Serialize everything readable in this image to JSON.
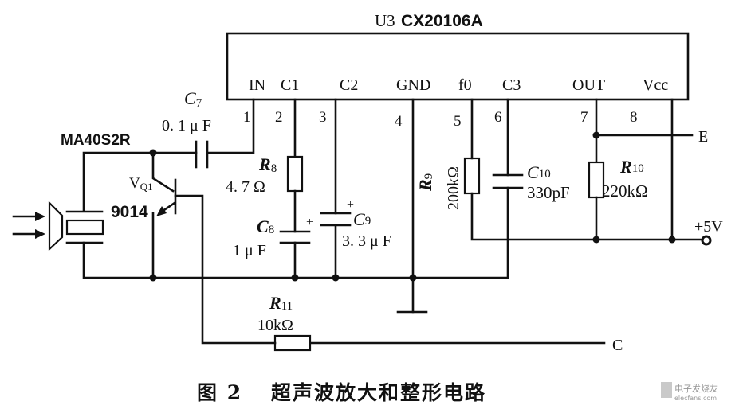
{
  "ic": {
    "ref": "U3",
    "part": "CX20106A",
    "pins": [
      {
        "num": "1",
        "name": "IN"
      },
      {
        "num": "2",
        "name": "C1"
      },
      {
        "num": "3",
        "name": "C2"
      },
      {
        "num": "4",
        "name": "GND"
      },
      {
        "num": "5",
        "name": "f0"
      },
      {
        "num": "6",
        "name": "C3"
      },
      {
        "num": "7",
        "name": "OUT"
      },
      {
        "num": "8",
        "name": "Vcc"
      }
    ]
  },
  "components": {
    "transducer": {
      "label": "MA40S2R"
    },
    "transistor": {
      "ref": "V",
      "ref_sub": "Q1",
      "part": "9014"
    },
    "C7": {
      "ref": "C",
      "sub": "7",
      "value": "0. 1 μ F"
    },
    "R8": {
      "ref": "R",
      "sub": "8",
      "value": "4. 7 Ω"
    },
    "C8": {
      "ref": "C",
      "sub": "8",
      "value": "1 μ F",
      "polarity": "+"
    },
    "C9": {
      "ref": "C",
      "sub": "9",
      "value": "3. 3 μ F",
      "polarity": "+"
    },
    "R9": {
      "ref": "R",
      "sub": "9",
      "value": "200kΩ"
    },
    "C10": {
      "ref": "C",
      "sub": "10",
      "value": "330pF"
    },
    "R10": {
      "ref": "R",
      "sub": "10",
      "value": "220kΩ"
    },
    "R11": {
      "ref": "R",
      "sub": "11",
      "value": "10kΩ"
    }
  },
  "terminals": {
    "E": "E",
    "C": "C",
    "vcc": "+5V"
  },
  "caption": {
    "figure": "图 2",
    "title": "超声波放大和整形电路"
  },
  "watermark": {
    "line1": "电子发烧友",
    "line2": "elecfans.com"
  }
}
